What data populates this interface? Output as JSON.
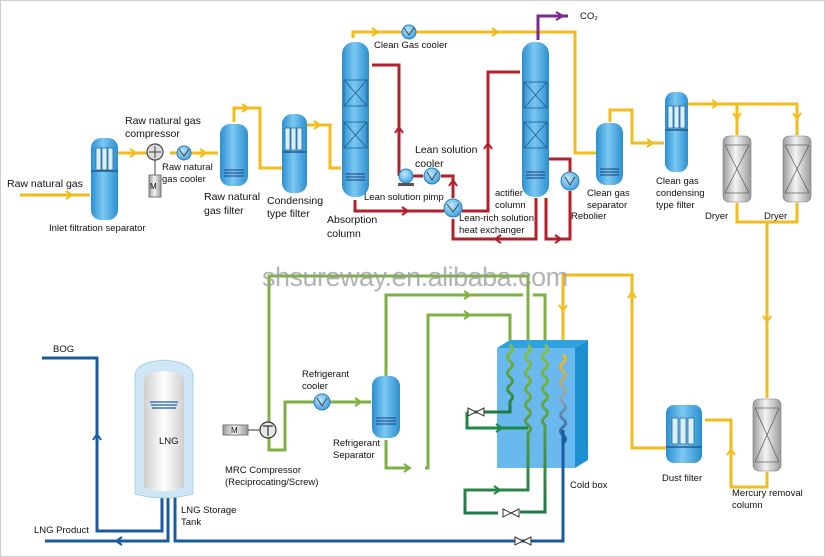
{
  "watermark": "shsureway.en.alibaba.com",
  "colors": {
    "gas_line": "#f2bc1a",
    "solution_line": "#b3202a",
    "co2_line": "#7a2a8a",
    "refrigerant_line": "#7eb043",
    "refrigerant_dark": "#1e8a4a",
    "lng_line": "#1a5aa0",
    "vessel_blue": "#3da6e0",
    "cold_box": "#5ab4ea"
  },
  "labels": {
    "raw_natural_gas": "Raw natural gas",
    "inlet_filtration_separator": "Inlet filtration separator",
    "compressor_l1": "Raw natural gas",
    "compressor_l2": "compressor",
    "cooler_l1": "Raw natural",
    "cooler_l2": "gas cooler",
    "filter_l1": "Raw natural",
    "filter_l2": "gas filter",
    "condensing_l1": "Condensing",
    "condensing_l2": "type filter",
    "absorption_l1": "Absorption",
    "absorption_l2": "column",
    "clean_gas_cooler": "Clean Gas cooler",
    "co2": "CO₂",
    "lean_cooler_l1": "Lean solution",
    "lean_cooler_l2": "cooler",
    "lean_pump": "Lean solution pimp",
    "actifier_l1": "actifier",
    "actifier_l2": "column",
    "heat_ex_l1": "Lean-rich solution",
    "heat_ex_l2": "heat exchanger",
    "reboiler": "Rebolier",
    "clean_sep_l1": "Clean gas",
    "clean_sep_l2": "separator",
    "clean_cond_l1": "Clean gas",
    "clean_cond_l2": "condensing",
    "clean_cond_l3": "type filter",
    "dryer1": "Dryer",
    "dryer2": "Dryer",
    "bog": "BOG",
    "lng": "LNG",
    "lng_tank_l1": "LNG Storage",
    "lng_tank_l2": "Tank",
    "lng_product": "LNG Product",
    "motor": "M",
    "mrc_l1": "MRC Compressor",
    "mrc_l2": "(Reciprocating/Screw)",
    "ref_cooler_l1": "Refrigerant",
    "ref_cooler_l2": "cooler",
    "ref_sep_l1": "Refrigerant",
    "ref_sep_l2": "Separator",
    "cold_box": "Cold box",
    "dust_filter": "Dust filter",
    "mercury_l1": "Mercury removal",
    "mercury_l2": "column"
  }
}
